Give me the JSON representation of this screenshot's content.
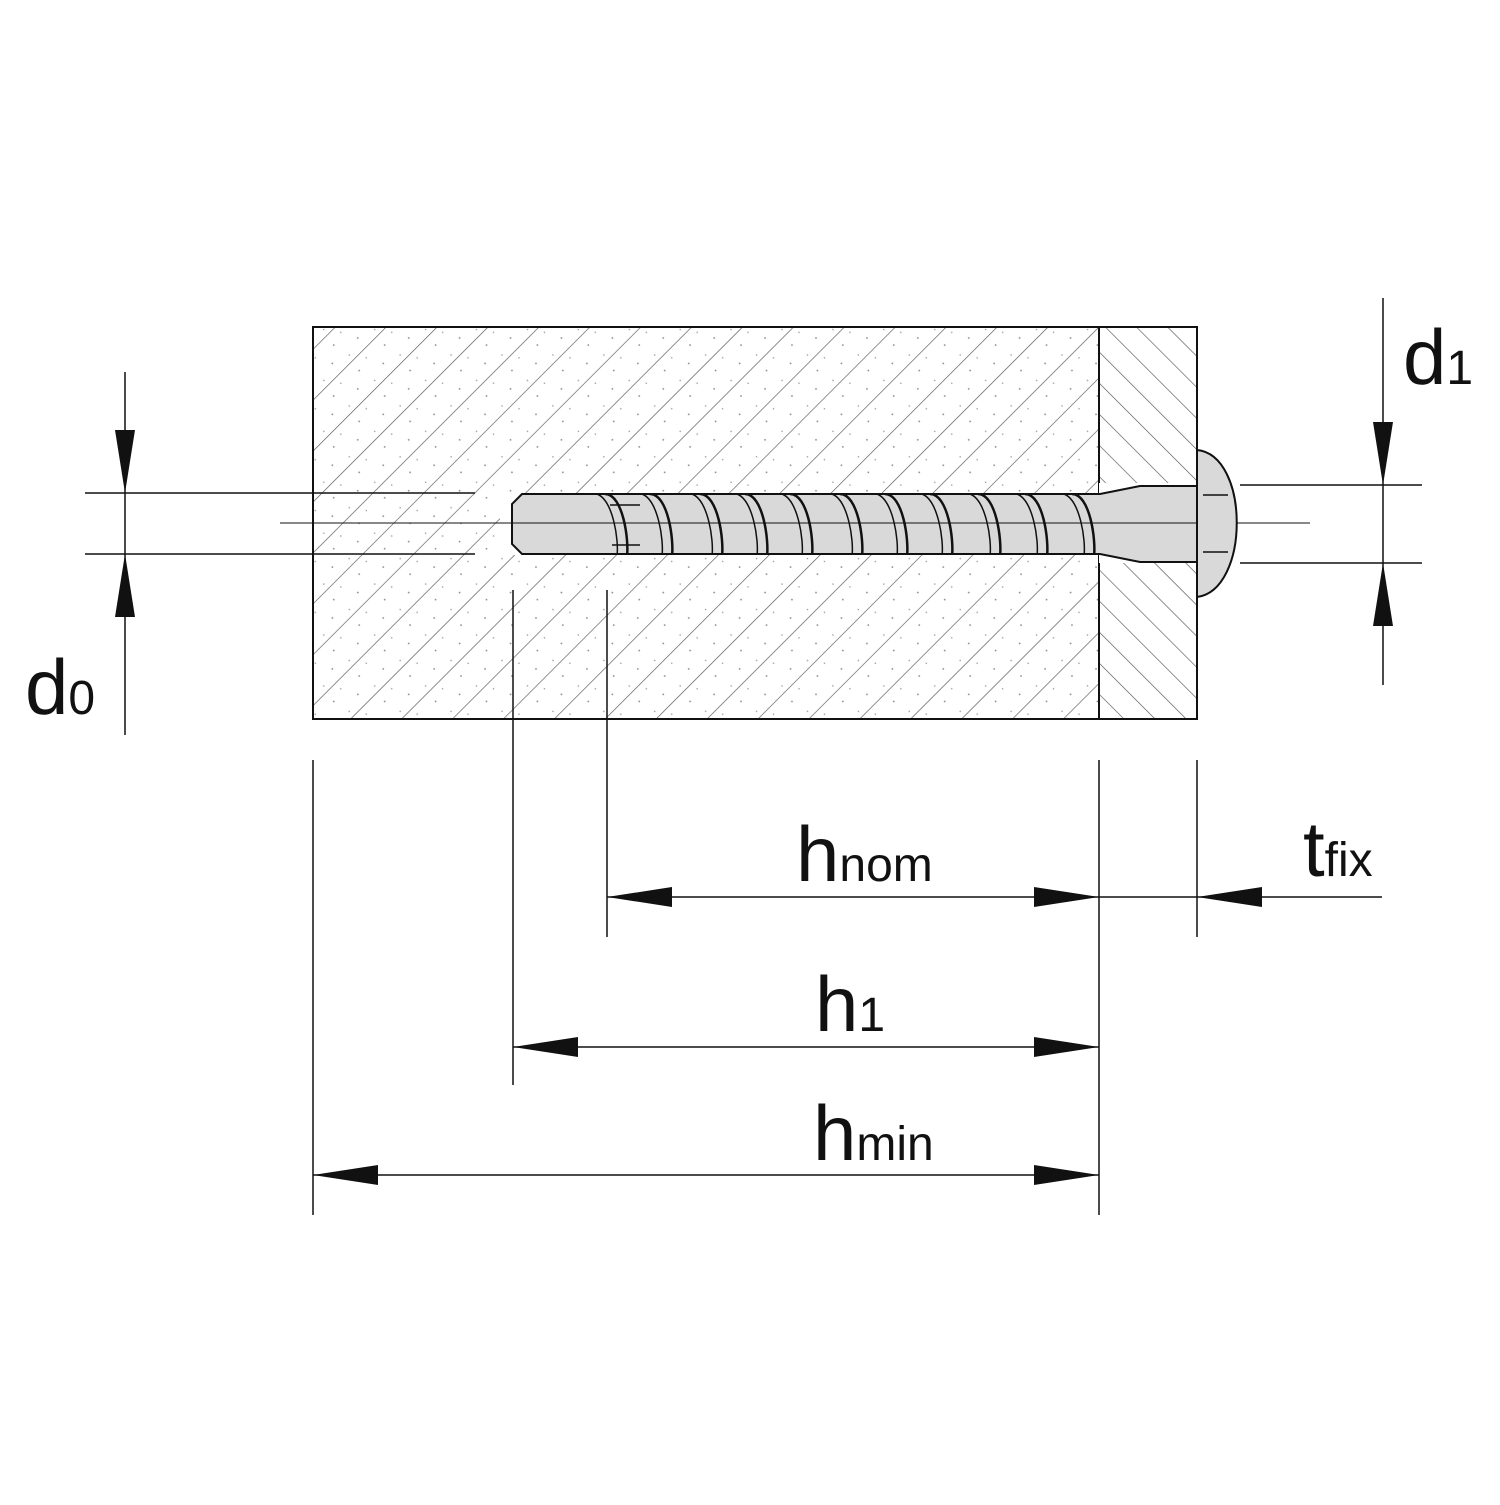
{
  "labels": {
    "d0": {
      "main": "d",
      "sub": "0"
    },
    "d1": {
      "main": "d",
      "sub": "1"
    },
    "h_nom": {
      "main": "h",
      "sub": "nom"
    },
    "h1": {
      "main": "h",
      "sub": "1"
    },
    "h_min": {
      "main": "h",
      "sub": "min"
    },
    "t_fix": {
      "main": "t",
      "sub": "fix"
    }
  },
  "colors": {
    "line": "#111111",
    "hatch": "#555555",
    "screw_fill": "#d9d9d9",
    "background": "#ffffff"
  }
}
